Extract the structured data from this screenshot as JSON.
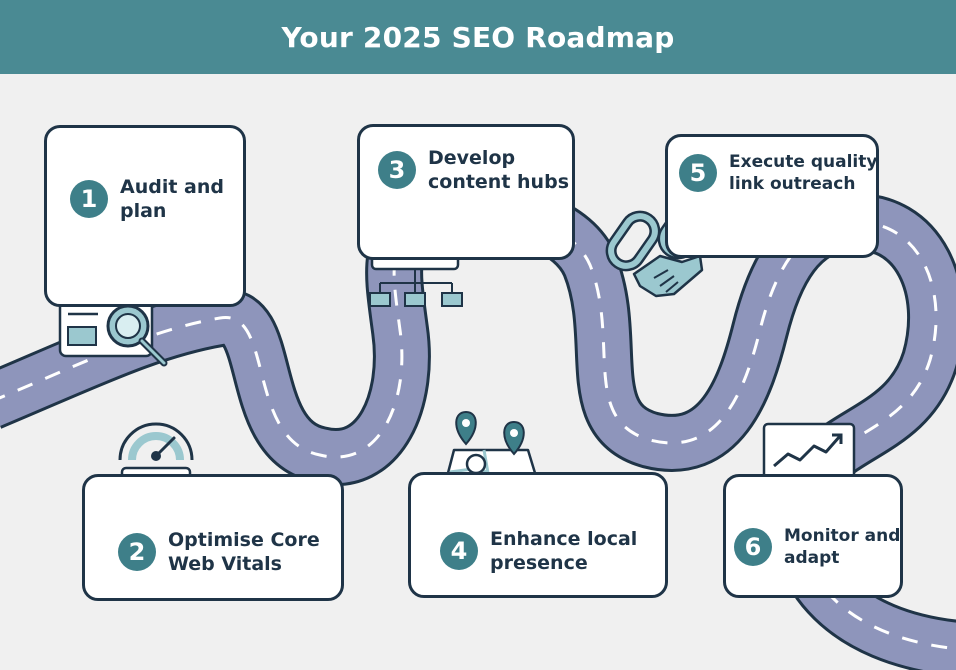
{
  "header": {
    "title": "Your 2025 SEO Roadmap"
  },
  "colors": {
    "header_bg": "#4a8a93",
    "accent": "#3e7f89",
    "road": "#8e95bb",
    "outline": "#1f3447",
    "icon_fill": "#9bc8cf",
    "background": "#f0f0f0"
  },
  "steps": [
    {
      "number": "1",
      "label": "Audit and\nplan",
      "icon": "browser-magnifier-icon"
    },
    {
      "number": "2",
      "label": "Optimise Core\nWeb Vitals",
      "icon": "speedometer-gauge-icon"
    },
    {
      "number": "3",
      "label": "Develop\ncontent hubs",
      "icon": "sitemap-hierarchy-icon"
    },
    {
      "number": "4",
      "label": "Enhance local\npresence",
      "icon": "map-pins-icon"
    },
    {
      "number": "5",
      "label": "Execute quality\nlink outreach",
      "icon": "chain-handshake-icon"
    },
    {
      "number": "6",
      "label": "Monitor and\nadapt",
      "icon": "monitor-trend-icon"
    }
  ]
}
